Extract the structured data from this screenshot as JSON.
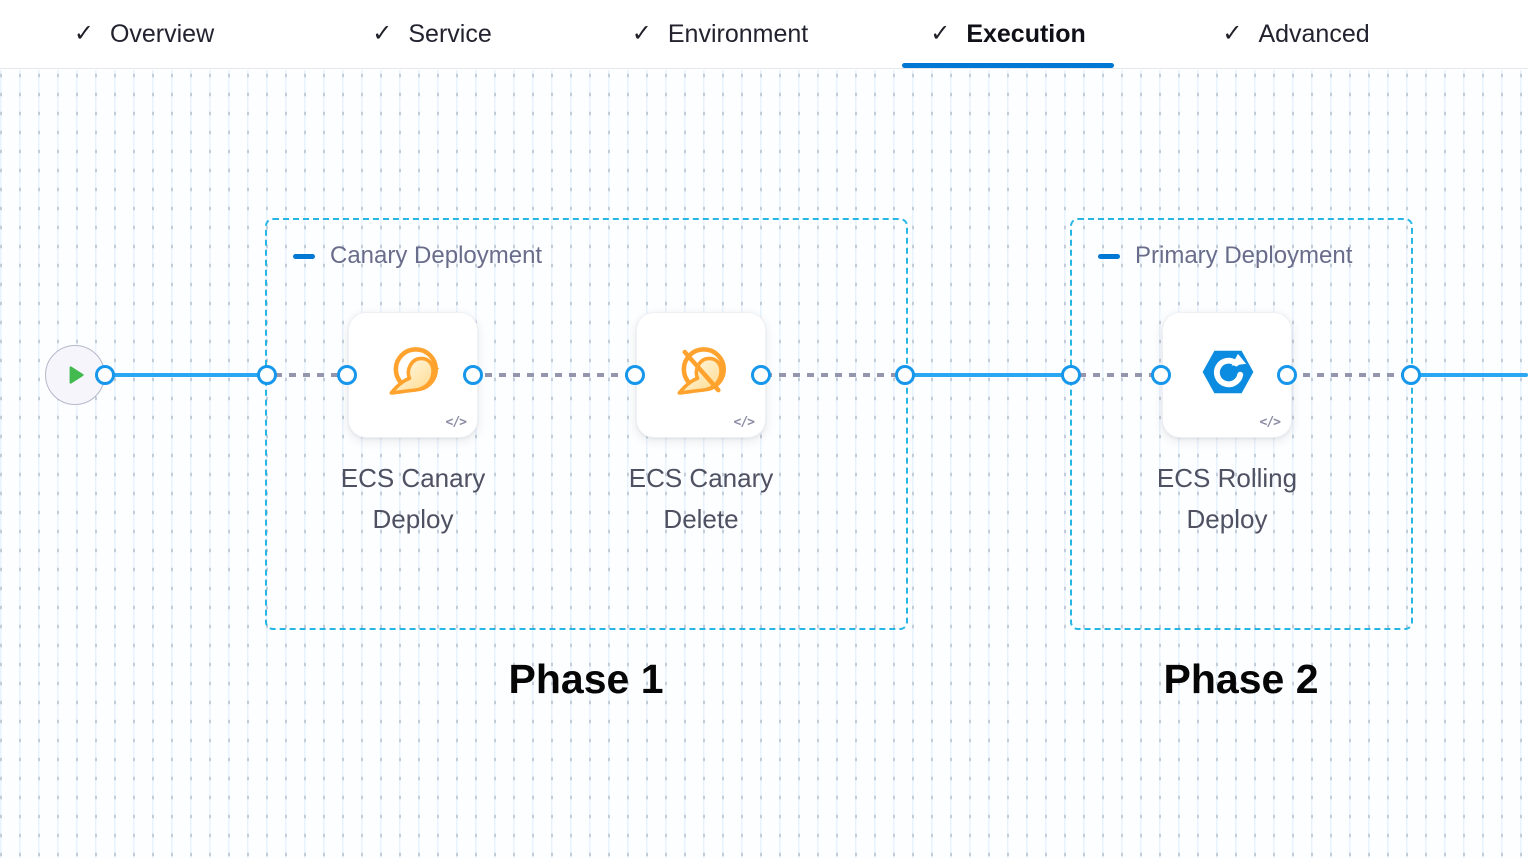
{
  "header": {
    "check_glyph": "✓",
    "tabs": [
      {
        "label": "Overview",
        "state": "completed"
      },
      {
        "label": "Service",
        "state": "completed"
      },
      {
        "label": "Environment",
        "state": "completed"
      },
      {
        "label": "Execution",
        "state": "active"
      },
      {
        "label": "Advanced",
        "state": "completed"
      }
    ]
  },
  "canvas": {
    "start_node": {
      "icon": "play-icon"
    },
    "groups": [
      {
        "title": "Canary Deployment",
        "phase_label": "Phase 1",
        "collapse_icon": "minus-icon",
        "steps": [
          {
            "name": "ECS Canary Deploy",
            "icon": "ecs-canary-deploy-icon",
            "code_badge": "</>"
          },
          {
            "name": "ECS Canary Delete",
            "icon": "ecs-canary-delete-icon",
            "code_badge": "</>"
          }
        ]
      },
      {
        "title": "Primary Deployment",
        "phase_label": "Phase 2",
        "collapse_icon": "minus-icon",
        "steps": [
          {
            "name": "ECS Rolling Deploy",
            "icon": "ecs-rolling-deploy-icon",
            "code_badge": "</>"
          }
        ]
      }
    ]
  },
  "colors": {
    "accent_blue": "#0278d5",
    "connector_blue": "#2aa6f2",
    "node_ring_blue": "#1697ec",
    "group_border_cyan": "#27b6e4",
    "canary_orange": "#ffa22e",
    "rolling_blue": "#0b8ce0",
    "play_green": "#42ba50",
    "dashed_connector_gray": "#9496ad"
  }
}
